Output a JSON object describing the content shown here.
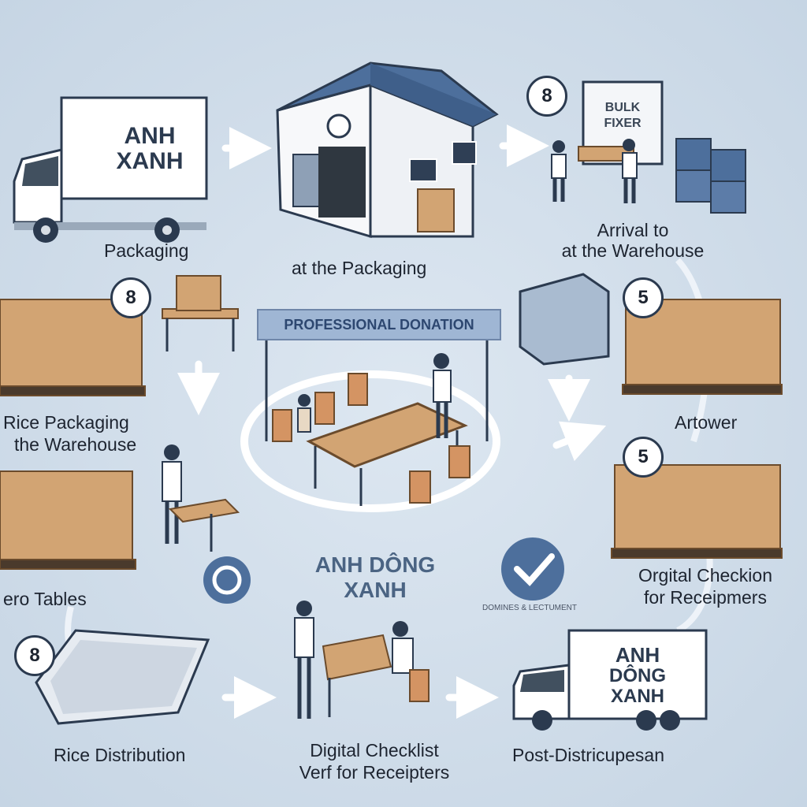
{
  "colors": {
    "background": "#cfdce9",
    "box": "#d2a473",
    "navy": "#2b3a4f",
    "accent_blue": "#4d6f9c"
  },
  "truck_top": {
    "line1": "ANH",
    "line2": "XANH"
  },
  "truck_bottom": {
    "line1": "ANH",
    "line2": "DÔNG",
    "line3": "XANH"
  },
  "sign_text": {
    "line1": "BULK",
    "line2": "FIXER"
  },
  "badges": {
    "top_right": "8",
    "left_middle": "8",
    "right_upper": "5",
    "right_lower": "5",
    "bottom_left": "8"
  },
  "labels": {
    "packaging": "Packaging",
    "at_packaging": "at the Packaging",
    "arrival_line1": "Arrival to",
    "arrival_line2": "at the Warehouse",
    "rice_line1": "Rice Packaging",
    "rice_line2": "the Warehouse",
    "artower": "Artower",
    "tables": "ero Tables",
    "org_line1": "Orgital Checkion",
    "org_line2": "for Receipmers",
    "distribution": "Rice Distribution",
    "digital_line1": "Digital Checklist",
    "digital_line2": "Verf for Receipters",
    "post": "Post-Districupesan"
  },
  "banner": "PROFESSIONAL DONATION",
  "brand": {
    "line1": "ANH DÔNG",
    "line2": "XANH"
  },
  "small_text": "DOMINES & LECTUMENT"
}
